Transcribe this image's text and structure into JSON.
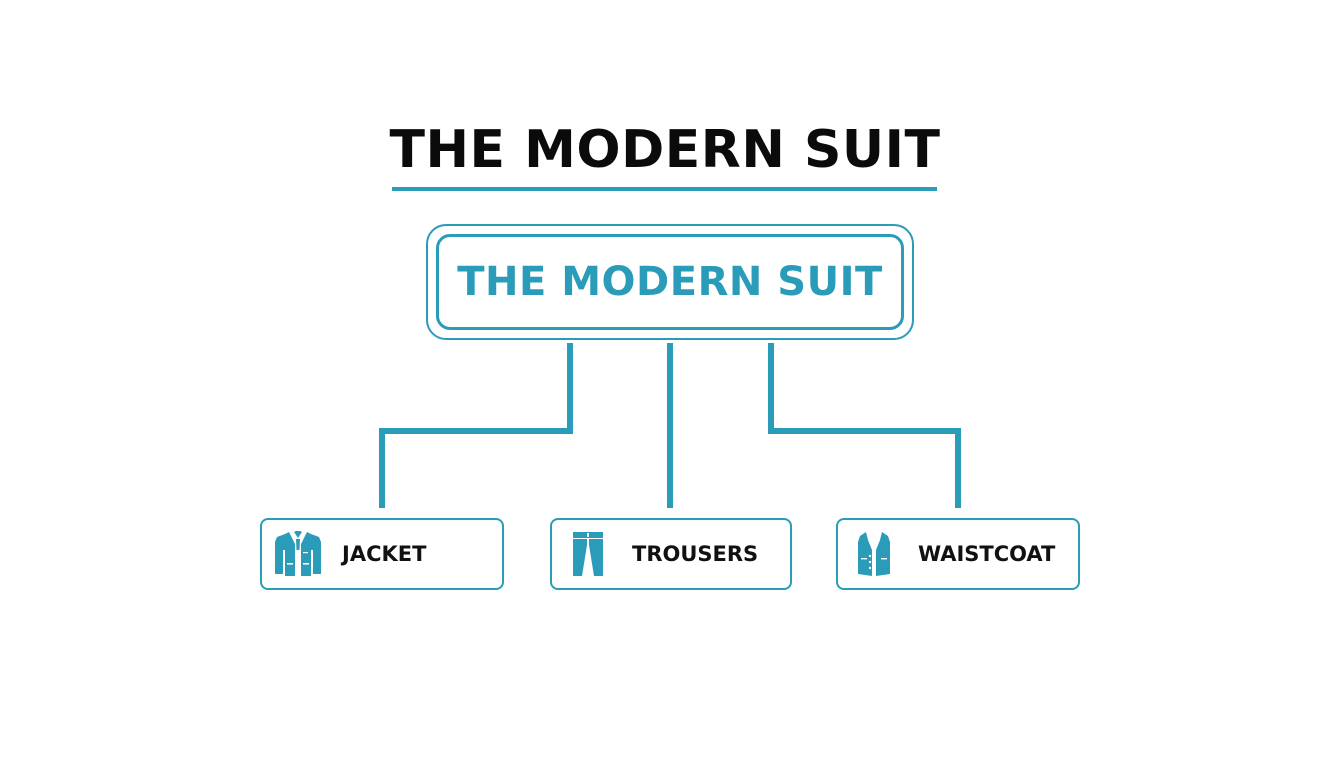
{
  "title": "THE MODERN SUIT",
  "root": {
    "label": "THE MODERN SUIT"
  },
  "children": [
    {
      "label": "JACKET",
      "icon": "jacket-icon"
    },
    {
      "label": "TROUSERS",
      "icon": "trousers-icon"
    },
    {
      "label": "WAISTCOAT",
      "icon": "waistcoat-icon"
    }
  ],
  "colors": {
    "accent": "#2a9bb9",
    "title": "#0b0b0b",
    "label": "#111111",
    "background": "#ffffff"
  }
}
